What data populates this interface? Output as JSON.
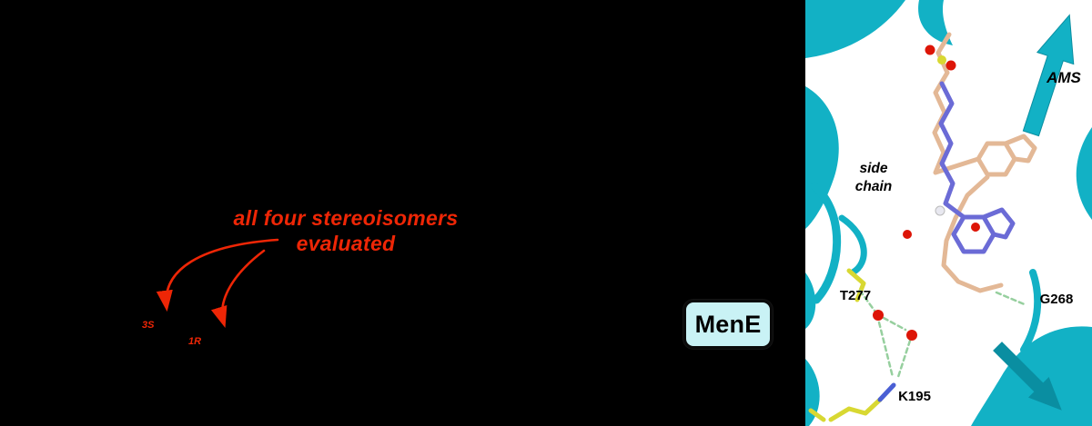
{
  "figure": {
    "annotations": {
      "stereo_line1": "all four stereoisomers",
      "stereo_line2": "evaluated",
      "label_3s": "3S",
      "label_1r": "1R"
    },
    "enzyme_badge": {
      "label": "MenE"
    },
    "structure": {
      "labels": {
        "ams": "AMS",
        "side_chain_line1": "side",
        "side_chain_line2": "chain",
        "t277": "T277",
        "g268": "G268",
        "k195": "K195"
      }
    },
    "colors": {
      "background": "#000000",
      "annotation_red": "#ee2606",
      "badge_fill": "#c9f2f5",
      "badge_text": "#000000",
      "cartoon_cyan": "#12b1c5",
      "ligand_tan": "#e3b896",
      "ligand_blue": "#6b6bd6",
      "oxygen_red": "#dd1507",
      "sulfur_yellow": "#d8d832",
      "hbond_green": "#96cf9e"
    }
  }
}
